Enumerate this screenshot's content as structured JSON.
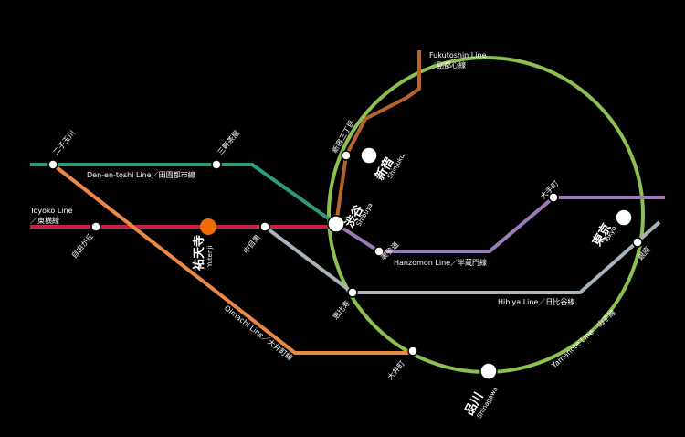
{
  "colors": {
    "background": "#000000",
    "yamanote": "#8cc152",
    "fukutoshin": "#b5652a",
    "denentoshi": "#2a9b7c",
    "toyoko": "#c8203f",
    "oimachi": "#ec8a45",
    "hanzomon": "#9c7bb8",
    "hibiya": "#a8b3bc",
    "highlight": "#ef6b08",
    "station": "#ffffff"
  },
  "lines": {
    "fukutoshin": {
      "en": "Fukutoshin Line",
      "ja": "／副都心線"
    },
    "denentoshi": {
      "label": "Den-en-toshi Line／田園都市線"
    },
    "toyoko": {
      "en": "Toyoko Line",
      "ja": "／東横線"
    },
    "hanzomon": {
      "label": "Hanzomon Line／半蔵門線"
    },
    "hibiya": {
      "label": "Hibiya Line／日比谷線"
    },
    "oimachi": {
      "label": "Oimachi Line／大井町線"
    },
    "yamanote": {
      "label": "Yamanote Line／山手線"
    }
  },
  "stations": {
    "futako_tamagawa": "二子玉川",
    "sangenjaya": "三軒茶屋",
    "jiyugaoka": "自由が丘",
    "yutenji": {
      "ja": "祐天寺",
      "en": "Yutenji"
    },
    "nakameguro": "中目黒",
    "shinjuku_sanchome": "新宿三丁目",
    "shinjuku": {
      "ja": "新宿",
      "en": "Shinjuku"
    },
    "shibuya": {
      "ja": "渋谷",
      "en": "Shibuya"
    },
    "omotesando": "表参道",
    "otemachi": "大手町",
    "tokyo": {
      "ja": "東京",
      "en": "Tokyo"
    },
    "ginza": "銀座",
    "ebisu": "恵比寿",
    "oimachi": "大井町",
    "shinagawa": {
      "ja": "品川",
      "en": "Shinagawa"
    }
  }
}
